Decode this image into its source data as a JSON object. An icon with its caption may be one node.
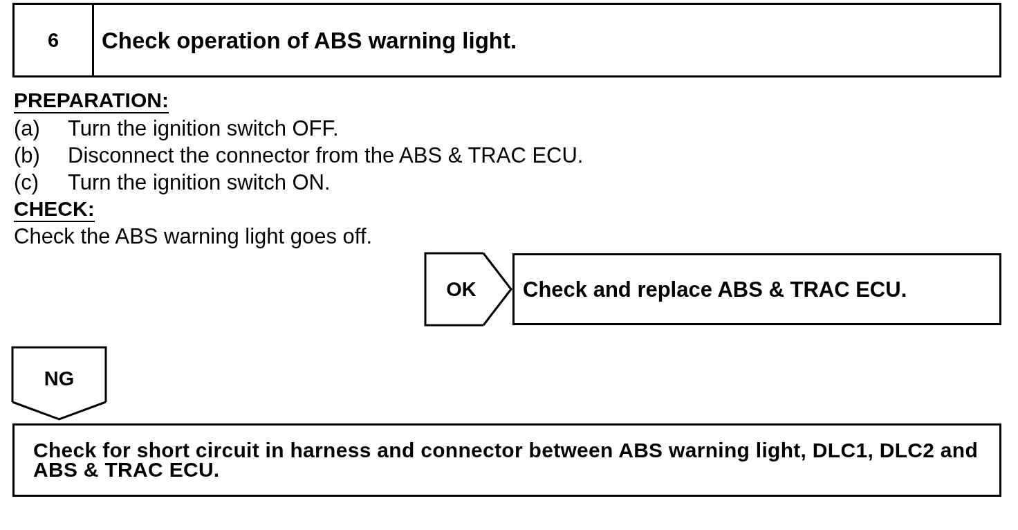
{
  "diagram": {
    "nodes": [
      {
        "text": [
          "6",
          "Check operation of ABS warning light."
        ]
      },
      {
        "text": [
          "Check and replace ABS & TRAC ECU."
        ]
      },
      {
        "text": [
          "Check for short circuit in harness and connector between ABS warning light, DLC1, DLC2 and ABS & TRAC ECU."
        ]
      }
    ],
    "edges": [
      {
        "from": null,
        "to": 1,
        "arrow": "to",
        "label": "OK"
      },
      {
        "from": null,
        "to": 2,
        "arrow": "to",
        "label": "NG"
      }
    ],
    "labels": [
      "PREPARATION:",
      "(a)",
      "Turn the ignition switch OFF.",
      "(b)",
      "Disconnect the connector from the ABS & TRAC ECU.",
      "(c)",
      "Turn the ignition switch ON.",
      "CHECK:",
      "Check the ABS warning light goes off."
    ]
  }
}
